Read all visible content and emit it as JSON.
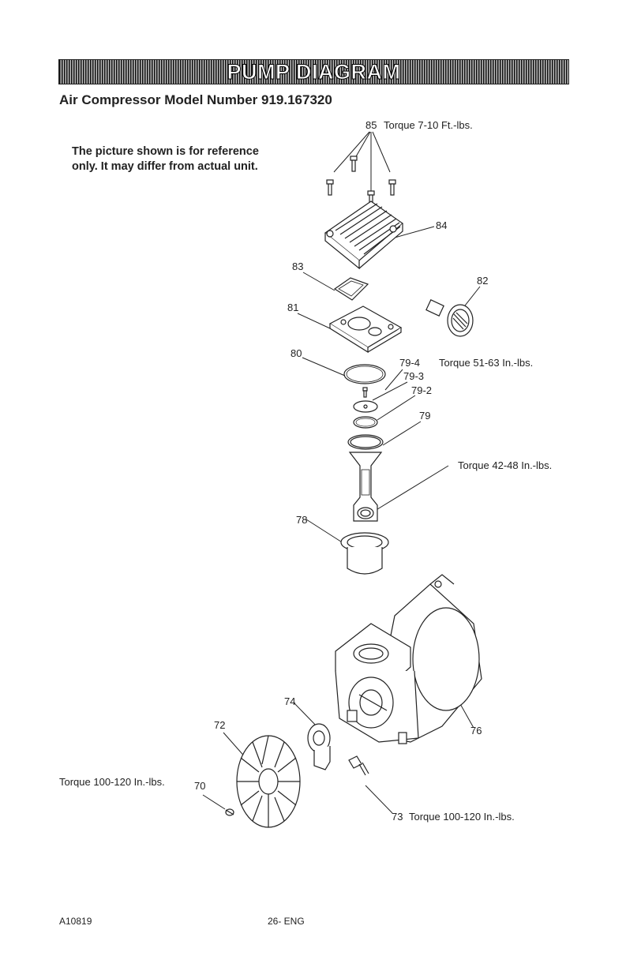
{
  "header": {
    "title": "PUMP DIAGRAM",
    "model": "Air Compressor Model Number 919.167320"
  },
  "disclaimer": {
    "line1": "The picture shown is for reference",
    "line2": "only. It may differ from actual unit."
  },
  "parts": {
    "p85": "85",
    "p84": "84",
    "p83": "83",
    "p82": "82",
    "p81": "81",
    "p80": "80",
    "p79_4": "79-4",
    "p79_3": "79-3",
    "p79_2": "79-2",
    "p79": "79",
    "p78": "78",
    "p76": "76",
    "p74": "74",
    "p73": "73",
    "p72": "72",
    "p70": "70"
  },
  "torque": {
    "t85": "Torque 7-10 Ft.-lbs.",
    "t79_4": "Torque 51-63 In.-lbs.",
    "t_rod": "Torque 42-48 In.-lbs.",
    "t73": "Torque 100-120 In.-lbs.",
    "t70": "Torque 100-120 In.-lbs."
  },
  "footer": {
    "code": "A10819",
    "page": "26- ENG"
  }
}
